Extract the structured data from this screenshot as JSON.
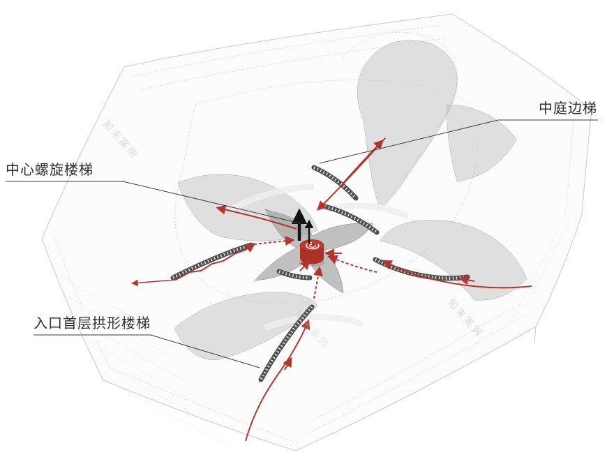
{
  "diagram": {
    "background": "#ffffff",
    "watermark": {
      "text": "知末案例"
    }
  },
  "annotations": {
    "atrium_side_stair": {
      "label": "中庭边梯"
    },
    "central_spiral_stair": {
      "label": "中心螺旋楼梯"
    },
    "entrance_arched_stair": {
      "label": "入口首层拱形楼梯"
    }
  },
  "colors": {
    "circulation_red": "#b5342b",
    "stair_dark": "#4f4f4f",
    "plate_gray": "#c2c2c2",
    "core_gray": "#8e8e8e",
    "outline_gray": "#c9c9c9",
    "label_ink": "#2e2e2e",
    "spiral_core_red": "#c13a2e",
    "spiral_core_side": "#a93227"
  }
}
